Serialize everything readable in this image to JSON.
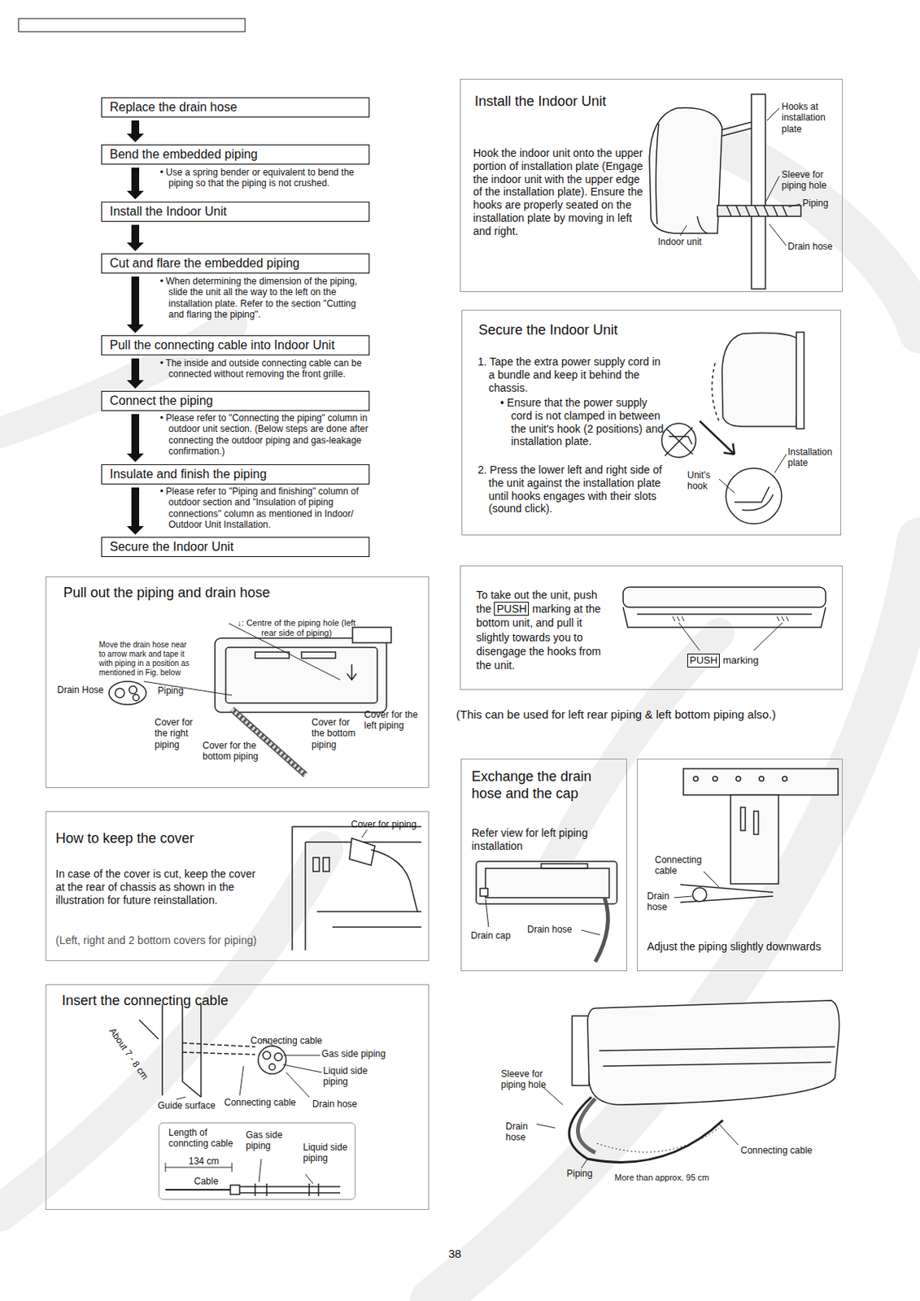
{
  "diagram": {
    "nodes": [
      {
        "text": [
          "Replace the drain hose"
        ]
      },
      {
        "text": [
          "Bend the embedded piping"
        ]
      },
      {
        "text": [
          "Install the Indoor Unit"
        ]
      },
      {
        "text": [
          "Cut and flare the embedded piping"
        ]
      },
      {
        "text": [
          "Pull the connecting cable into Indoor Unit"
        ]
      },
      {
        "text": [
          "Connect the piping"
        ]
      },
      {
        "text": [
          "Insulate and finish the piping"
        ]
      },
      {
        "text": [
          "Secure the Indoor Unit"
        ]
      },
      {
        "text": [
          "Install the Indoor Unit",
          "Hook the indoor unit onto the upper portion of installation plate (Engage the indoor unit with the upper edge of the installation plate). Ensure the hooks are properly seated on the installation plate by moving in left and right."
        ]
      },
      {
        "text": [
          "Secure the Indoor Unit",
          "1. Tape the extra power supply cord in a bundle and keep it behind the chassis.",
          "• Ensure that the power supply cord is not clamped in between the unit's hook (2 positions) and installation plate.",
          "2. Press the lower left and right side of the unit against the installation plate until hooks engages with their slots (sound click)."
        ]
      },
      {
        "text": [
          "To take out the unit, push the",
          "PUSH",
          "marking at the bottom unit, and pull it slightly towards you to disengage the hooks from the unit."
        ]
      },
      {
        "text": [
          "Pull out the piping and drain hose"
        ]
      },
      {
        "text": [
          "Exchange the drain hose and the cap",
          "Refer view for left piping installation"
        ]
      },
      {
        "text": [
          "Adjust the piping slightly downwards"
        ]
      },
      {
        "text": [
          "How to keep the cover",
          "In case of the cover is cut, keep the cover at the rear of chassis as shown in the illustration for future reinstallation.",
          "(Left, right and 2 bottom covers for piping)"
        ]
      },
      {
        "text": [
          "Insert the connecting cable"
        ]
      },
      {
        "text": [
          "Length of conncting cable",
          "134 cm",
          "Cable",
          "Gas side piping",
          "Liquid side piping"
        ],
        "in": 15
      }
    ],
    "edges": [
      {
        "from": 0,
        "to": 1,
        "arrow": "to"
      },
      {
        "from": 1,
        "to": 2,
        "arrow": "to"
      },
      {
        "from": 2,
        "to": 3,
        "arrow": "to"
      },
      {
        "from": 3,
        "to": 4,
        "arrow": "to"
      },
      {
        "from": 4,
        "to": 5,
        "arrow": "to"
      },
      {
        "from": 5,
        "to": 6,
        "arrow": "to"
      },
      {
        "from": 6,
        "to": 7,
        "arrow": "to"
      }
    ],
    "labels": [
      "• Use a spring bender or equivalent to bend the piping so that the piping is not crushed.",
      "• When determining the dimension of the piping, slide the unit all the way to the left on the installation plate. Refer to the section \"Cutting and flaring the piping\".",
      "• The inside and outside connecting cable can be connected without removing the front grille.",
      "• Please refer to \"Connecting the piping\" column in outdoor unit section. (Below steps are done after connecting the outdoor piping and gas-leakage confirmation.)",
      "• Please refer to \"Piping and finishing\" column of outdoor section and \"Insulation of piping connections\" column as mentioned in Indoor/ Outdoor Unit Installation.",
      "Hooks at installation plate",
      "Sleeve for piping hole",
      "Piping",
      "Indoor unit",
      "Drain hose",
      "Installation plate",
      "Unit's hook",
      "PUSH",
      "marking",
      "(This can be used for left rear piping & left bottom piping also.)",
      "Drain cap",
      "Drain hose",
      "Connecting cable",
      "Drain hose",
      "Sleeve for piping hole",
      "Drain hose",
      "Connecting cable",
      "Piping",
      "More than approx. 95 cm",
      "↓: Centre of the piping hole (left rear side of piping)",
      "Move the drain hose near to arrow mark and tape it with piping in a position as mentioned in Fig. below",
      "Drain Hose",
      "Piping",
      "Cover for the right piping",
      "Cover for the bottom piping",
      "Cover for the bottom piping",
      "Cover for the left piping",
      "Cover for piping",
      "About 7 - 8 cm",
      "Connecting cable",
      "Gas side piping",
      "Liquid side piping",
      "Guide surface",
      "Connecting cable",
      "Drain hose",
      "38"
    ]
  }
}
